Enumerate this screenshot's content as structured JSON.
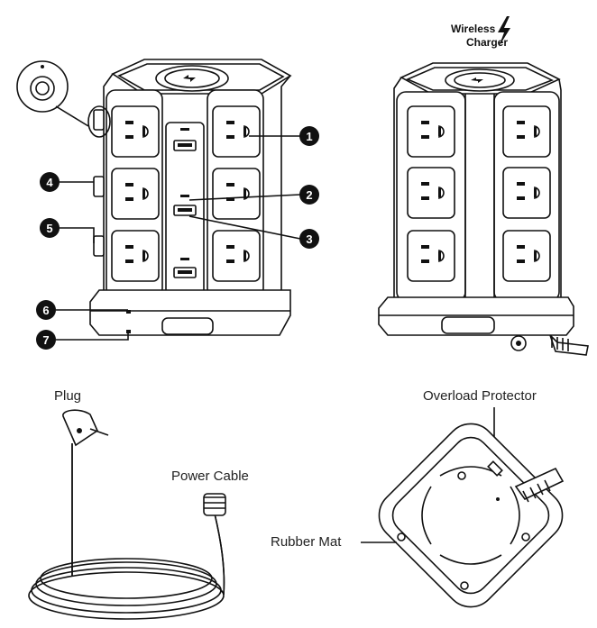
{
  "brand": {
    "line1": "Wireless",
    "line2": "Charger",
    "icon": "lightning-bolt-icon"
  },
  "callouts": [
    {
      "num": "1"
    },
    {
      "num": "2"
    },
    {
      "num": "3"
    },
    {
      "num": "4"
    },
    {
      "num": "5"
    },
    {
      "num": "6"
    },
    {
      "num": "7"
    }
  ],
  "labels": {
    "plug": "Plug",
    "power_cable": "Power Cable",
    "overload_protector": "Overload Protector",
    "rubber_mat": "Rubber Mat"
  }
}
